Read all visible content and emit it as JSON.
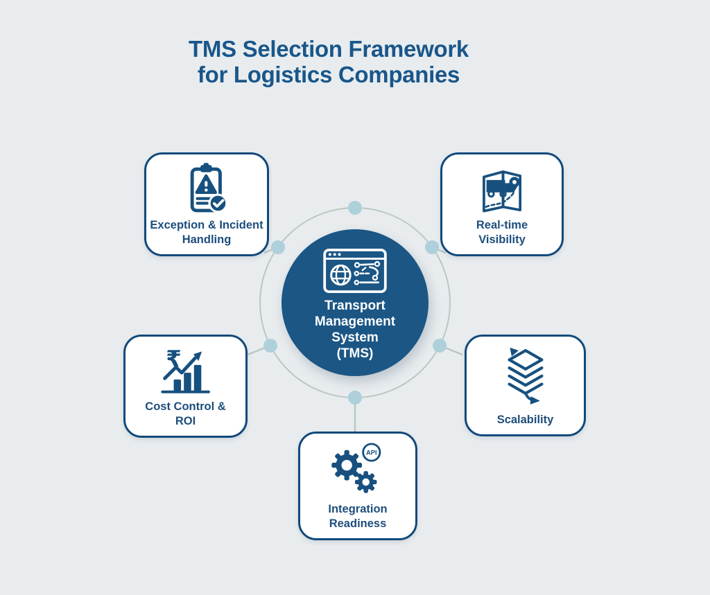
{
  "title": {
    "lines": [
      "TMS Selection Framework",
      "for Logistics Companies"
    ]
  },
  "center": {
    "icon": "tms-platform-icon",
    "label_lines": [
      "Transport",
      "Management",
      "System",
      "(TMS)"
    ]
  },
  "nodes": [
    {
      "id": "exception-incident-handling",
      "position": "top-left",
      "icon": "clipboard-warning-check-icon",
      "label_lines": [
        "Exception & Incident",
        "Handling"
      ]
    },
    {
      "id": "real-time-visibility",
      "position": "top-right",
      "icon": "map-truck-tracking-icon",
      "label_lines": [
        "Real-time",
        "Visibility"
      ]
    },
    {
      "id": "cost-control-roi",
      "position": "mid-left",
      "icon": "growth-chart-rupee-icon",
      "label_lines": [
        "Cost Control &",
        "ROI"
      ],
      "currency_symbol": "₹"
    },
    {
      "id": "scalability",
      "position": "mid-right",
      "icon": "stacked-layers-icon",
      "label_lines": [
        "Scalability"
      ]
    },
    {
      "id": "integration-readiness",
      "position": "bottom-center",
      "icon": "gears-api-icon",
      "label_lines": [
        "Integration",
        "Readiness"
      ],
      "badge_text": "API"
    }
  ],
  "colors": {
    "background": "#e8ecee",
    "primary_dark_blue": "#11497b",
    "icon_blue": "#17507f",
    "title_blue": "#19568a",
    "center_circle_blue": "#1b5685",
    "center_text": "#ffffff",
    "ring_gray": "#b9c8c3",
    "dot_blue": "#aed0db",
    "node_bg": "#ffffff",
    "label_blue": "#1c4e7c"
  }
}
